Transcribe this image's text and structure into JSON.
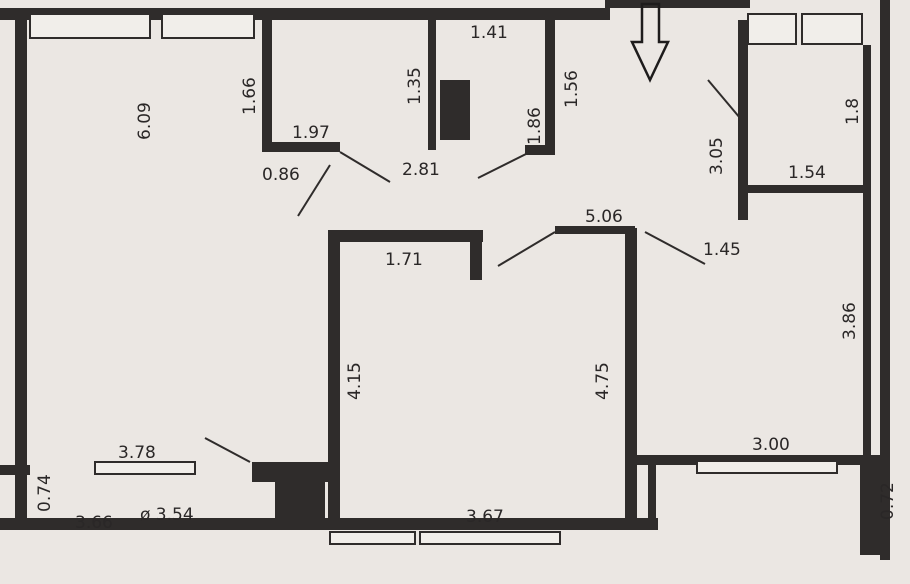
{
  "dimensions": {
    "d_609": "6.09",
    "d_166": "1.66",
    "d_197": "1.97",
    "d_086": "0.86",
    "d_141": "1.41",
    "d_135": "1.35",
    "d_281": "2.81",
    "d_186": "1.86",
    "d_156": "1.56",
    "d_305": "3.05",
    "d_154": "1.54",
    "d_18": "1.8",
    "d_506": "5.06",
    "d_145": "1.45",
    "d_171": "1.71",
    "d_415": "4.15",
    "d_475": "4.75",
    "d_386": "3.86",
    "d_378": "3.78",
    "d_300": "3.00",
    "d_074": "0.74",
    "d_366": "3.66",
    "d_354": "ø 3.54",
    "d_367": "3.67",
    "d_072": "0.72"
  },
  "colors": {
    "paper": "#ebe7e3",
    "ink": "#2f2c2b"
  },
  "icons": [
    "entrance-arrow-icon"
  ]
}
